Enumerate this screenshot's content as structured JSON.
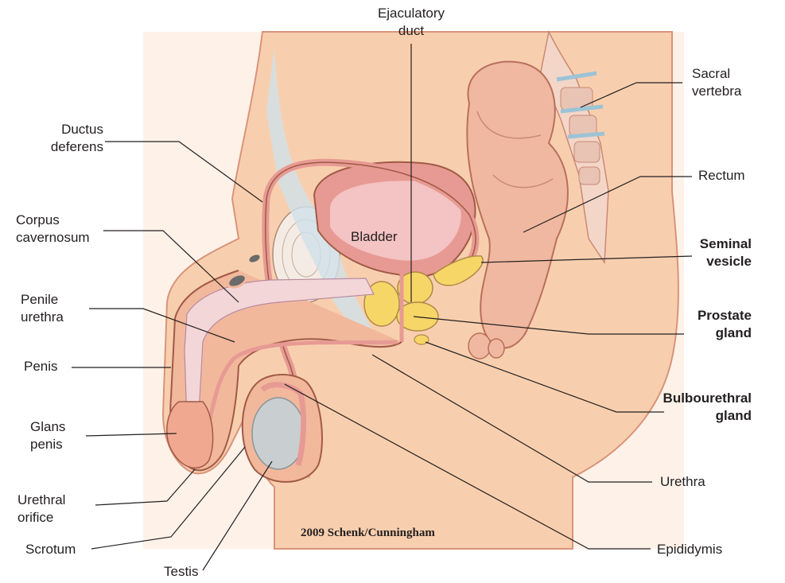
{
  "credit": "2009 Schenk/Cunningham",
  "labels": {
    "ejaculatory_duct": [
      "Ejaculatory",
      "duct"
    ],
    "sacral_vertebra": [
      "Sacral",
      "vertebra"
    ],
    "ductus_deferens": [
      "Ductus",
      "deferens"
    ],
    "rectum": [
      "Rectum"
    ],
    "corpus_cavernosum": [
      "Corpus",
      "cavernosum"
    ],
    "bladder": "Bladder",
    "seminal_vesicle": [
      "Seminal",
      "vesicle"
    ],
    "penile_urethra": [
      "Penile",
      "urethra"
    ],
    "prostate_gland": [
      "Prostate",
      "gland"
    ],
    "penis": [
      "Penis"
    ],
    "bulbourethral_gland": [
      "Bulbourethral",
      "gland"
    ],
    "glans_penis": [
      "Glans",
      "penis"
    ],
    "urethral_orifice": [
      "Urethral",
      "orifice"
    ],
    "urethra": [
      "Urethra"
    ],
    "scrotum": [
      "Scrotum"
    ],
    "epididymis": [
      "Epididymis"
    ],
    "testis": [
      "Testis"
    ]
  },
  "colors": {
    "skin": "#f8cfae",
    "skin_dark": "#e9a98a",
    "tissue": "#f1b89c",
    "bladder_wall": "#e79a93",
    "bladder_lumen": "#f4c3c3",
    "gland_yellow": "#f7d668",
    "testis_gray": "#c9cfd0",
    "bone_blue": "#cfe1ea",
    "outline": "#a05a46"
  }
}
